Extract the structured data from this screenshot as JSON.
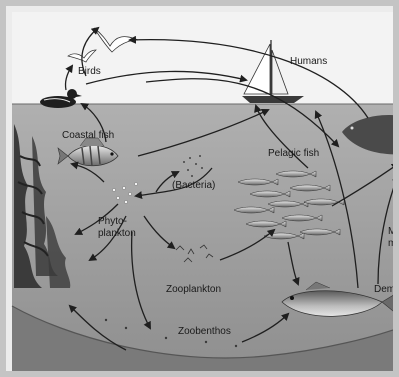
{
  "labels": {
    "birds": "Birds",
    "humans": "Humans",
    "coastal_fish": "Coastal fish",
    "pelagic_fish": "Pelagic fish",
    "bacteria": "(Bacteria)",
    "phyto_line1": "Phyto-",
    "phyto_line2": "plankton",
    "zooplankton": "Zooplankton",
    "zoobenthos": "Zoobenthos",
    "demersal_partial": "Deme",
    "marine_mammals_partial_1": "M",
    "marine_mammals_partial_2": "m"
  },
  "colors": {
    "sky": "#f4f4f4",
    "water_top": "#a9a9a9",
    "water_bottom": "#8a8a8a",
    "seabed": "#7d7d7d",
    "arrow": "#1f1f1f",
    "frame": "#c4c4c4"
  }
}
